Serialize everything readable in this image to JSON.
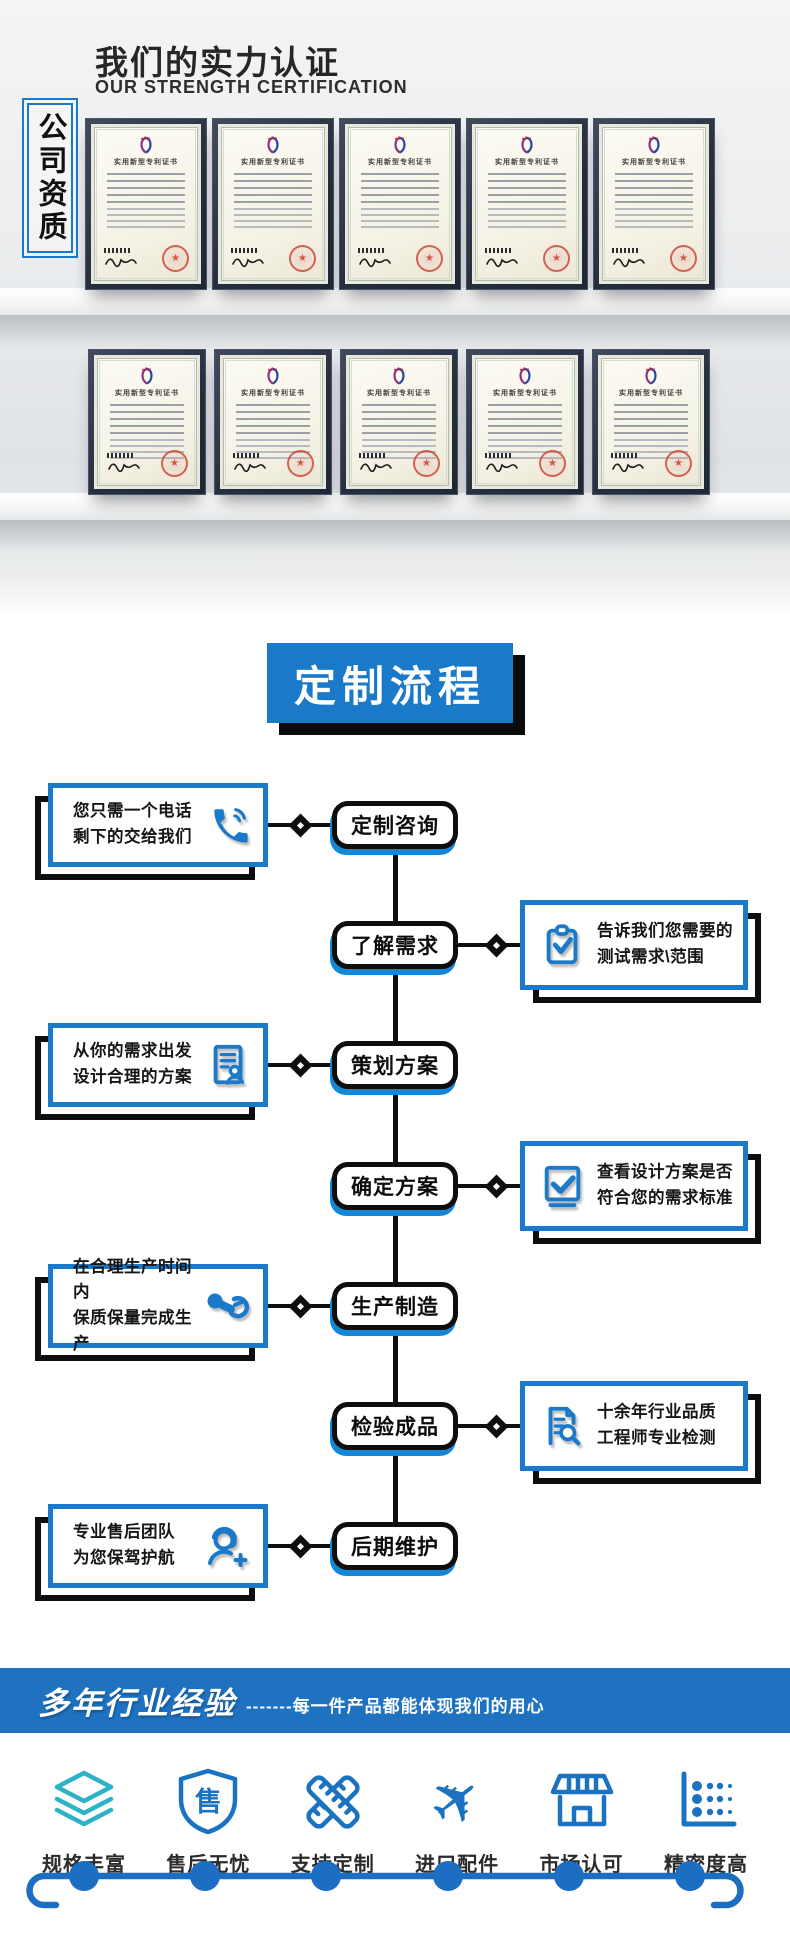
{
  "header": {
    "title": "我们的实力认证",
    "subtitle": "OUR STRENGTH CERTIFICATION",
    "side_label": "公司资质"
  },
  "certificates": {
    "title": "实用新型专利证书",
    "rows": 2,
    "per_row": 5
  },
  "process": {
    "banner": "定制流程",
    "steps": [
      {
        "node": "定制咨询",
        "side": "left",
        "line1": "您只需一个电话",
        "line2": "剩下的交给我们",
        "icon": "phone-icon"
      },
      {
        "node": "了解需求",
        "side": "right",
        "line1": "告诉我们您需要的",
        "line2": "测试需求\\范围",
        "icon": "clipboard-check-icon"
      },
      {
        "node": "策划方案",
        "side": "left",
        "line1": "从你的需求出发",
        "line2": "设计合理的方案",
        "icon": "plan-document-icon"
      },
      {
        "node": "确定方案",
        "side": "right",
        "line1": "查看设计方案是否",
        "line2": "符合您的需求标准",
        "icon": "checkbox-icon"
      },
      {
        "node": "生产制造",
        "side": "left",
        "line1": "在合理生产时间内",
        "line2": "保质保量完成生产",
        "icon": "wrench-arm-icon"
      },
      {
        "node": "检验成品",
        "side": "right",
        "line1": "十余年行业品质",
        "line2": "工程师专业检测",
        "icon": "inspect-document-icon"
      },
      {
        "node": "后期维护",
        "side": "left",
        "line1": "专业售后团队",
        "line2": "为您保驾护航",
        "icon": "aftersales-support-icon"
      }
    ]
  },
  "experience": {
    "title": "多年行业经验",
    "subtitle": "-------每一件产品都能体现我们的用心",
    "features": [
      {
        "label": "规格丰富",
        "icon": "layers-icon"
      },
      {
        "label": "售后无忧",
        "icon": "shield-icon",
        "icon_char": "售"
      },
      {
        "label": "支持定制",
        "icon": "crossed-rulers-icon"
      },
      {
        "label": "进口配件",
        "icon": "airplane-icon"
      },
      {
        "label": "市场认可",
        "icon": "storefront-icon"
      },
      {
        "label": "精密度高",
        "icon": "dot-chart-icon"
      }
    ]
  },
  "colors": {
    "primary_blue": "#1b79c9",
    "bar_blue": "#1e72c0",
    "node_shadow_blue": "#1486d6",
    "teal": "#2cb3c7",
    "seal_red": "#cd3e30",
    "frame_black": "#0e0e0e"
  }
}
